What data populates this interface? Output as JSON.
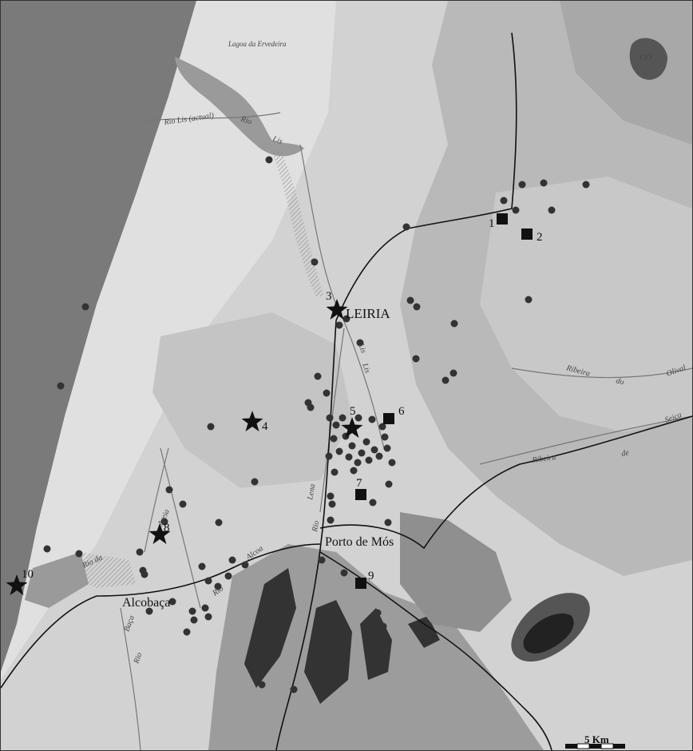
{
  "map": {
    "towns": {
      "leiria": "LEIRIA",
      "porto_de_mos": "Porto de Mós",
      "alcobaca": "Alcobaça"
    },
    "lagoon": "Lagoa da Ervedeira",
    "rivers": {
      "lis_actual": "Rio Lis (actual)",
      "rio": "Rio",
      "lis": "Lis",
      "lis_2": "Lis",
      "lena": "Lena",
      "rio_2": "Rio",
      "alcoa": "Alcoa",
      "rio_alcoa": "Rio",
      "areia": "Areia",
      "rio_da": "Rio da",
      "baça": "Baça",
      "rio_baca": "Rio",
      "ribeira_olival": [
        "Ribeira",
        "do",
        "Olival"
      ],
      "ribeira_seica": [
        "Ribeira",
        "de",
        "Seiça"
      ]
    },
    "corner_label": "CO",
    "sites": [
      {
        "n": "1",
        "kind": "square"
      },
      {
        "n": "2",
        "kind": "square"
      },
      {
        "n": "3",
        "kind": "star"
      },
      {
        "n": "4",
        "kind": "star"
      },
      {
        "n": "5",
        "kind": "star"
      },
      {
        "n": "6",
        "kind": "square"
      },
      {
        "n": "7",
        "kind": "square"
      },
      {
        "n": "8",
        "kind": "star"
      },
      {
        "n": "9",
        "kind": "square"
      },
      {
        "n": "10",
        "kind": "star"
      }
    ],
    "scale": {
      "label": "5 Km"
    }
  }
}
